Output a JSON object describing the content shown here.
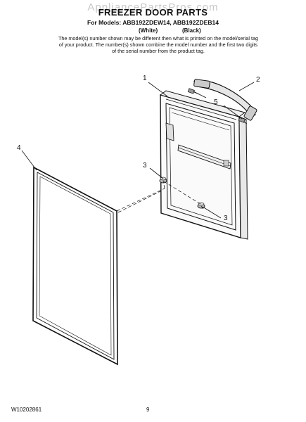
{
  "header": {
    "watermark": "AppliancePartsPros.com",
    "title": "FREEZER DOOR PARTS",
    "models": "For Models: ABB192ZDEW14, ABB192ZDEB14",
    "color_white": "(White)",
    "color_black": "(Black)",
    "note": "The model(s) number shown may be different then what is printed on the model/serial tag of your product. The number(s) shown combine the model number and the first two digits of the serial number from the product tag."
  },
  "callouts": {
    "c1": "1",
    "c2": "2",
    "c3a": "3",
    "c3b": "3",
    "c4": "4",
    "c5": "5"
  },
  "footer": {
    "doc_number": "W10202861",
    "page": "9"
  }
}
